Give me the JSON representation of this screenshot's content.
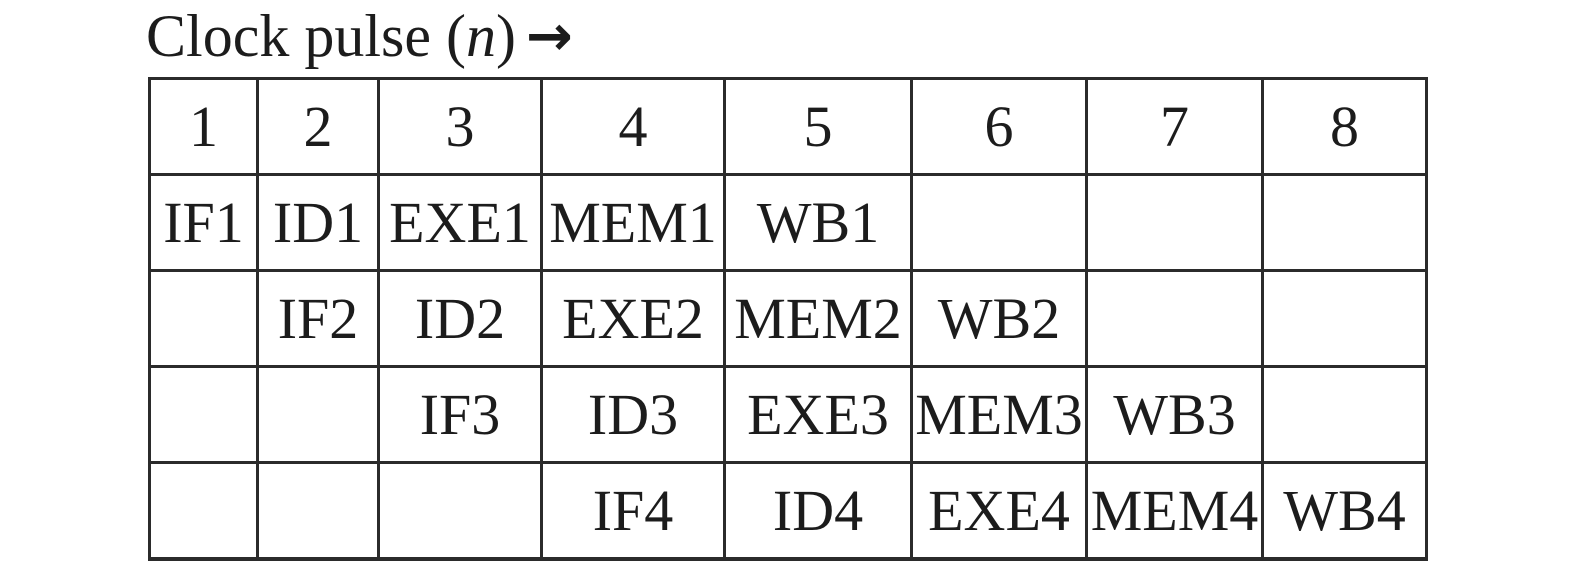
{
  "title": {
    "text": "Clock pulse (",
    "variable": "n",
    "close_paren": ")",
    "arrow": "→"
  },
  "table": {
    "columns": [
      "1",
      "2",
      "3",
      "4",
      "5",
      "6",
      "7",
      "8"
    ],
    "rows": [
      [
        "IF1",
        "ID1",
        "EXE1",
        "MEM1",
        "WB1",
        "",
        "",
        ""
      ],
      [
        "",
        "IF2",
        "ID2",
        "EXE2",
        "MEM2",
        "WB2",
        "",
        ""
      ],
      [
        "",
        "",
        "IF3",
        "ID3",
        "EXE3",
        "MEM3",
        "WB3",
        ""
      ],
      [
        "",
        "",
        "",
        "IF4",
        "ID4",
        "EXE4",
        "MEM4",
        "WB4"
      ]
    ]
  },
  "colors": {
    "text": "#1c1c1c",
    "border": "#2b2b2b",
    "background": "#ffffff"
  }
}
